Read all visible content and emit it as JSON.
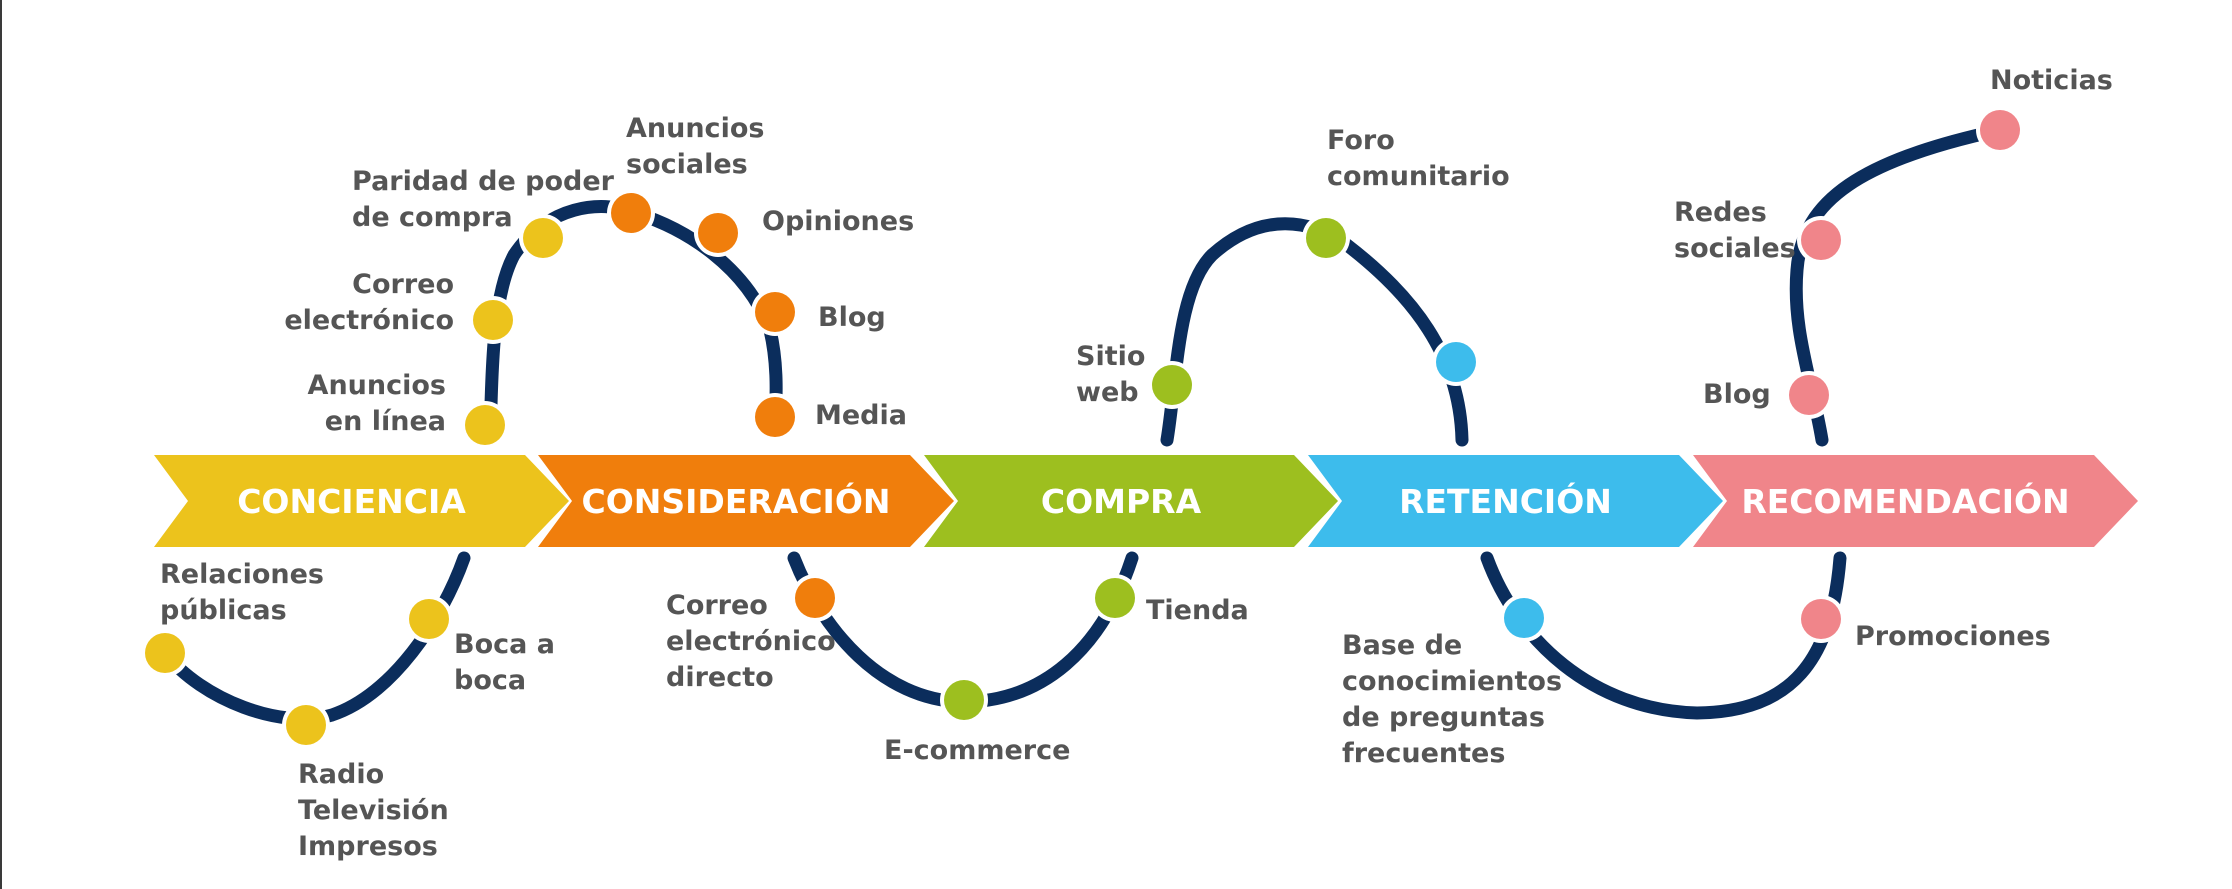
{
  "colors": {
    "path": "#0b2d5c",
    "conciencia": "#ecc31c",
    "consideracion": "#f07e0c",
    "compra": "#9dbf1f",
    "retencion": "#3dbcec",
    "recomendacion": "#f0858a",
    "label_text": "#555555"
  },
  "stages": [
    {
      "label": "CONCIENCIA"
    },
    {
      "label": "CONSIDERACIÓN"
    },
    {
      "label": "COMPRA"
    },
    {
      "label": "RETENCIÓN"
    },
    {
      "label": "RECOMENDACIÓN"
    }
  ],
  "touchpoints": {
    "conciencia": {
      "relaciones_publicas": [
        "Relaciones",
        "públicas"
      ],
      "radio": [
        "Radio",
        "Televisión",
        "Impresos"
      ],
      "boca_a_boca": [
        "Boca a",
        "boca"
      ],
      "anuncios_linea": [
        "Anuncios",
        "en línea"
      ],
      "correo": [
        "Correo",
        "electrónico"
      ],
      "paridad": [
        "Paridad de poder",
        "de compra"
      ]
    },
    "consideracion": {
      "anuncios_sociales": [
        "Anuncios",
        "sociales"
      ],
      "opiniones": [
        "Opiniones"
      ],
      "blog": [
        "Blog"
      ],
      "media": [
        "Media"
      ],
      "correo_directo": [
        "Correo",
        "electrónico",
        "directo"
      ]
    },
    "compra": {
      "ecommerce": [
        "E-commerce"
      ],
      "tienda": [
        "Tienda"
      ],
      "sitio_web": [
        "Sitio",
        "web"
      ],
      "foro": [
        "Foro",
        "comunitario"
      ]
    },
    "retencion": {
      "base_conocimientos": [
        "Base de",
        "conocimientos",
        "de preguntas",
        "frecuentes"
      ]
    },
    "recomendacion": {
      "promociones": [
        "Promociones"
      ],
      "blog": [
        "Blog"
      ],
      "redes_sociales": [
        "Redes",
        "sociales"
      ],
      "noticias": [
        "Noticias"
      ]
    }
  }
}
